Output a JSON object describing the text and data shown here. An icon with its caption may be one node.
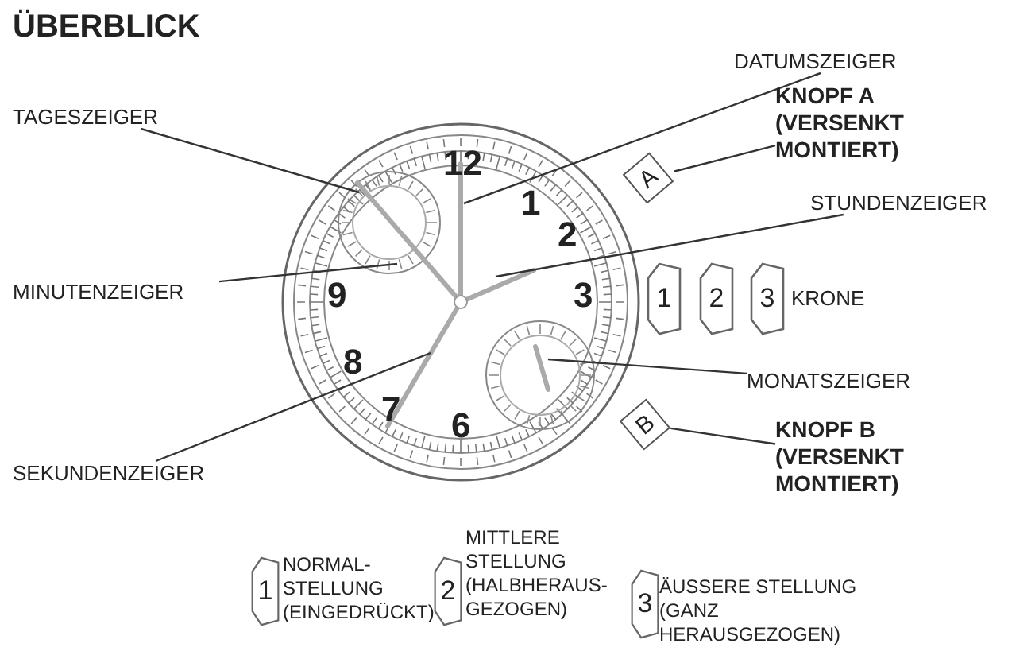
{
  "diagram": {
    "title": "ÜBERBLICK",
    "nodes": [
      {
        "text": [
          "DATUMSZEIGER"
        ]
      },
      {
        "text": [
          "TAGESZEIGER"
        ]
      },
      {
        "text": [
          "KNOPF A (VERSENKT MONTIERT)"
        ]
      },
      {
        "text": [
          "STUNDENZEIGER"
        ]
      },
      {
        "text": [
          "MINUTENZEIGER"
        ]
      },
      {
        "text": [
          "KRONE"
        ]
      },
      {
        "text": [
          "MONATSZEIGER"
        ]
      },
      {
        "text": [
          "KNOPF B (VERSENKT MONTIERT)"
        ]
      },
      {
        "text": [
          "SEKUNDENZEIGER"
        ]
      },
      {
        "text": [
          "A"
        ]
      },
      {
        "text": [
          "B"
        ]
      },
      {
        "text": [
          "1"
        ]
      },
      {
        "text": [
          "2"
        ]
      },
      {
        "text": [
          "3"
        ]
      },
      {
        "text": [
          "1"
        ],
        "beside": [
          "NORMAL- STELLUNG (EINGEDRÜCKT)"
        ]
      },
      {
        "text": [
          "2"
        ],
        "beside": [
          "MITTLERE STELLUNG (HALBHERAUS- GEZOGEN)"
        ]
      },
      {
        "text": [
          "3"
        ],
        "beside": [
          "ÄUSSERE STELLUNG (GANZ HERAUSGEZOGEN)"
        ]
      }
    ],
    "edges": [
      {
        "from": 0,
        "to": null,
        "arrow": "none"
      },
      {
        "from": 1,
        "to": null,
        "arrow": "none"
      },
      {
        "from": 2,
        "to": 9,
        "arrow": "none"
      },
      {
        "from": 3,
        "to": null,
        "arrow": "none"
      },
      {
        "from": 4,
        "to": null,
        "arrow": "none"
      },
      {
        "from": 6,
        "to": null,
        "arrow": "none"
      },
      {
        "from": 7,
        "to": 10,
        "arrow": "none"
      },
      {
        "from": 8,
        "to": null,
        "arrow": "none"
      }
    ],
    "labels": [
      "12",
      "1",
      "2",
      "3",
      "6",
      "7",
      "8",
      "9"
    ]
  }
}
